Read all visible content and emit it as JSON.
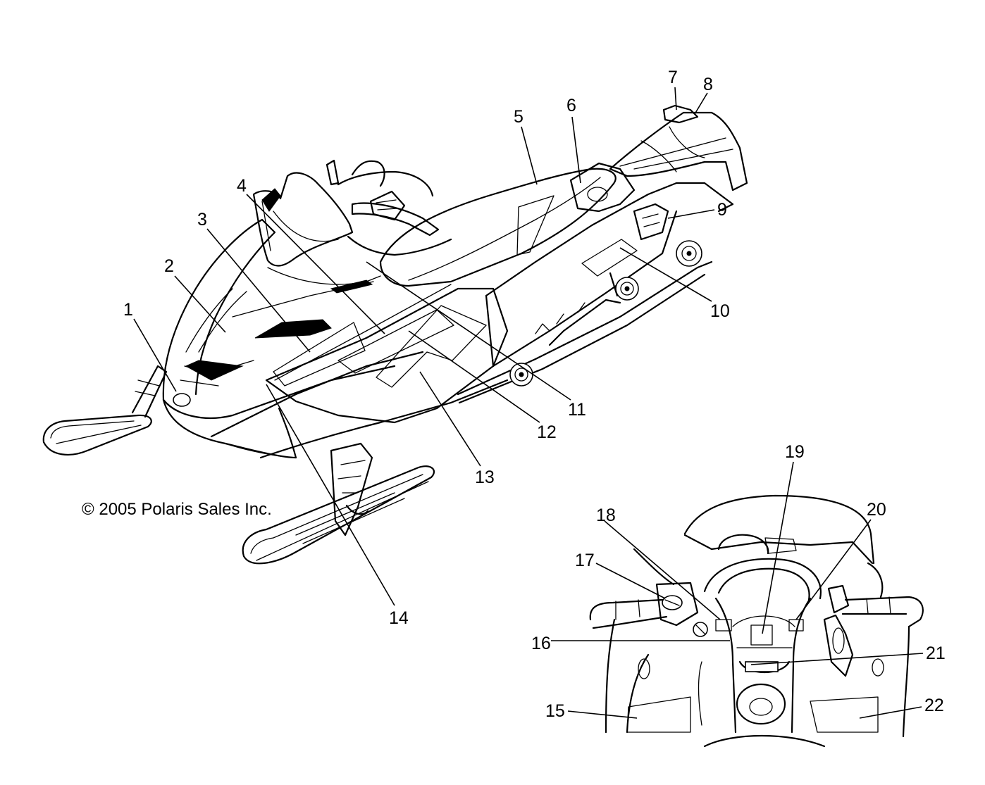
{
  "copyright": "© 2005 Polaris Sales Inc.",
  "callouts": [
    {
      "id": "1",
      "text": "1"
    },
    {
      "id": "2",
      "text": "2"
    },
    {
      "id": "3",
      "text": "3"
    },
    {
      "id": "4",
      "text": "4"
    },
    {
      "id": "5",
      "text": "5"
    },
    {
      "id": "6",
      "text": "6"
    },
    {
      "id": "7",
      "text": "7"
    },
    {
      "id": "8",
      "text": "8"
    },
    {
      "id": "9",
      "text": "9"
    },
    {
      "id": "10",
      "text": "10"
    },
    {
      "id": "11",
      "text": "11"
    },
    {
      "id": "12",
      "text": "12"
    },
    {
      "id": "13",
      "text": "13"
    },
    {
      "id": "14",
      "text": "14"
    },
    {
      "id": "15",
      "text": "15"
    },
    {
      "id": "16",
      "text": "16"
    },
    {
      "id": "17",
      "text": "17"
    },
    {
      "id": "18",
      "text": "18"
    },
    {
      "id": "19",
      "text": "19"
    },
    {
      "id": "20",
      "text": "20"
    },
    {
      "id": "21",
      "text": "21"
    },
    {
      "id": "22",
      "text": "22"
    }
  ]
}
